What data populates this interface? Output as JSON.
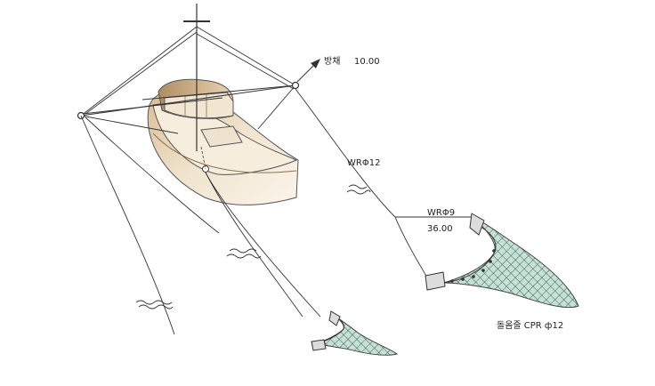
{
  "labels": {
    "spreader": "방채",
    "spreader_value": "10.00",
    "warp_main": "WRΦ12",
    "warp_bridle": "WRΦ9",
    "bridle_length": "36.00",
    "groundrope": "돌옴줄 CPR ф12"
  },
  "colors": {
    "hull_light": "#f3e7d4",
    "hull_mid": "#d9bb92",
    "hull_dark": "#b08c62",
    "net_fill": "#c9e0d6",
    "net_mesh": "#2f6b5a",
    "line": "#333333"
  }
}
